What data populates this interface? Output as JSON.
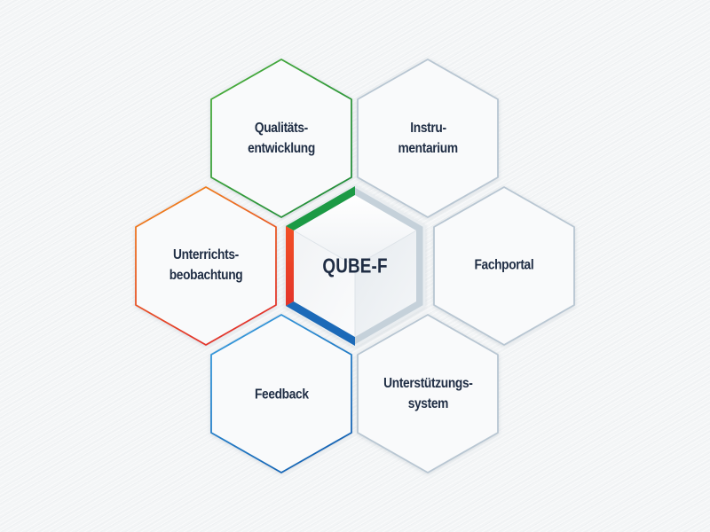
{
  "diagram": {
    "center": {
      "label": "QUBE-F",
      "band_colors": {
        "top_left": "#1e9a45",
        "left": "#ec3d27",
        "bottom_left": "#1a6ab8",
        "right_side": "#c5d1da"
      }
    },
    "nodes": [
      {
        "id": "qualitaetsentwicklung",
        "line1": "Qualitäts-",
        "line2": "entwicklung",
        "position": "top-left",
        "stroke_from": "#4caf3a",
        "stroke_to": "#1e8a3a"
      },
      {
        "id": "instrumentarium",
        "line1": "Instru-",
        "line2": "mentarium",
        "position": "top-right",
        "stroke_from": "#b8c6d2",
        "stroke_to": "#b8c6d2"
      },
      {
        "id": "unterrichtsbeobachtung",
        "line1": "Unterrichts-",
        "line2": "beobachtung",
        "position": "left",
        "stroke_from": "#f08a1c",
        "stroke_to": "#e3352a"
      },
      {
        "id": "fachportal",
        "line1": "Fachportal",
        "line2": "",
        "position": "right",
        "stroke_from": "#b8c6d2",
        "stroke_to": "#b8c6d2"
      },
      {
        "id": "feedback",
        "line1": "Feedback",
        "line2": "",
        "position": "bottom-left",
        "stroke_from": "#3aa0e0",
        "stroke_to": "#1565b5"
      },
      {
        "id": "unterstuetzungssystem",
        "line1": "Unterstützungs-",
        "line2": "system",
        "position": "bottom-right",
        "stroke_from": "#b8c6d2",
        "stroke_to": "#b8c6d2"
      }
    ]
  }
}
